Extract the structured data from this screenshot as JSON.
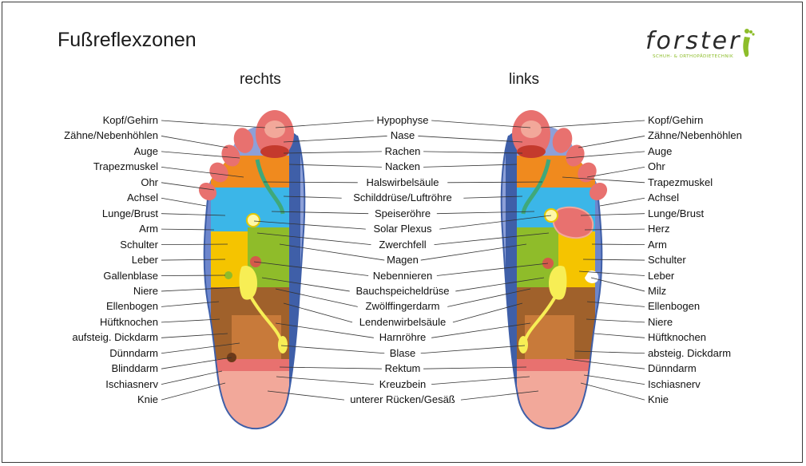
{
  "title": "Fußreflexzonen",
  "side_right": "rechts",
  "side_left": "links",
  "logo": {
    "word": "forster",
    "subtitle": "SCHUH- & ORTHOPÄDIETECHNIK",
    "accent": "#8dbd2a",
    "icon": "footprint-icon"
  },
  "labels_right_foot_outer": [
    "Kopf/Gehirn",
    "Zähne/Nebenhöhlen",
    "Auge",
    "Trapezmuskel",
    "Ohr",
    "Achsel",
    "Lunge/Brust",
    "Arm",
    "Schulter",
    "Leber",
    "Gallenblase",
    "Niere",
    "Ellenbogen",
    "Hüftknochen",
    "aufsteig. Dickdarm",
    "Dünndarm",
    "Blinddarm",
    "Ischiasnerv",
    "Knie"
  ],
  "labels_center": [
    "Hypophyse",
    "Nase",
    "Rachen",
    "Nacken",
    "Halswirbelsäule",
    "Schilddrüse/Luftröhre",
    "Speiseröhre",
    "Solar Plexus",
    "Zwerchfell",
    "Magen",
    "Nebennieren",
    "Bauchspeicheldrüse",
    "Zwölffingerdarm",
    "Lendenwirbelsäule",
    "Harnröhre",
    "Blase",
    "Rektum",
    "Kreuzbein",
    "unterer Rücken/Gesäß"
  ],
  "labels_left_foot_outer": [
    "Kopf/Gehirn",
    "Zähne/Nebenhöhlen",
    "Auge",
    "Ohr",
    "Trapezmuskel",
    "Achsel",
    "Lunge/Brust",
    "Herz",
    "Arm",
    "Schulter",
    "Leber",
    "Milz",
    "Ellenbogen",
    "Niere",
    "Hüftknochen",
    "absteig. Dickdarm",
    "Dünndarm",
    "Ischiasnerv",
    "Knie"
  ],
  "zone_colors": {
    "head": "#e8716f",
    "teeth": "#c43a2d",
    "neck": "#f08a1e",
    "chest": "#3bb6e8",
    "liver": "#f5c400",
    "stomach": "#8fbc2a",
    "intestine": "#a0612b",
    "small_intestine": "#c87a3a",
    "heel": "#f2a89a",
    "outline": "#3f5fa8",
    "outer_band": "#8da0d8",
    "kidney": "#f7ee55"
  }
}
